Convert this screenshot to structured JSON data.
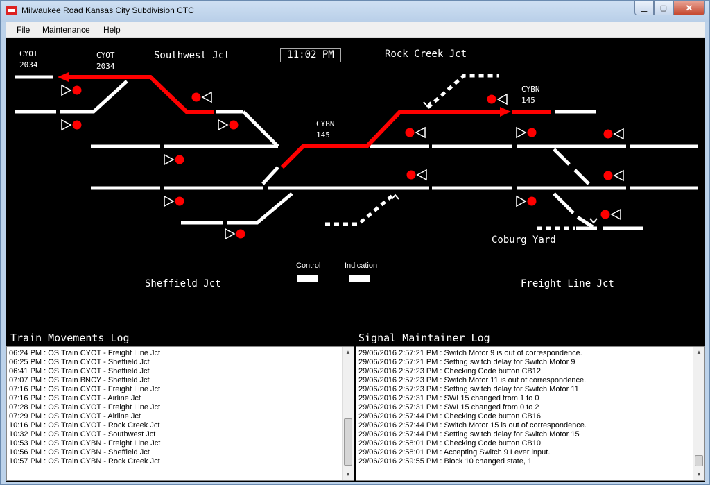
{
  "window": {
    "title": "Milwaukee Road Kansas City Subdivision CTC",
    "controls": {
      "minimize": "▁",
      "maximize": "▢",
      "close": "✕"
    }
  },
  "menu": {
    "file": "File",
    "maintenance": "Maintenance",
    "help": "Help"
  },
  "clock": "11:02 PM",
  "locations": {
    "southwest": "Southwest Jct",
    "rock_creek": "Rock Creek Jct",
    "sheffield": "Sheffield Jct",
    "coburg": "Coburg Yard",
    "freight_line": "Freight Line Jct"
  },
  "train_tags": [
    {
      "symbol": "CYOT",
      "number": "2034"
    },
    {
      "symbol": "CYOT",
      "number": "2034"
    },
    {
      "symbol": "CYBN",
      "number": "145"
    },
    {
      "symbol": "CYBN",
      "number": "145"
    }
  ],
  "legend": {
    "control": "Control",
    "indication": "Indication"
  },
  "colors": {
    "occupied": "#ff0000",
    "track": "#ffffff",
    "background": "#000000"
  },
  "train_log": {
    "title": "Train Movements Log",
    "entries": [
      "06:24 PM : OS Train CYOT - Freight Line Jct",
      "06:25 PM : OS Train CYOT - Sheffield Jct",
      "06:41 PM : OS Train CYOT - Sheffield Jct",
      "07:07 PM : OS Train BNCY - Sheffield Jct",
      "07:16 PM : OS Train CYOT - Freight Line Jct",
      "07:16 PM : OS Train CYOT - Airline Jct",
      "07:28 PM : OS Train CYOT - Freight Line Jct",
      "07:29 PM : OS Train CYOT - Airline Jct",
      "10:16 PM : OS Train CYOT - Rock Creek Jct",
      "10:32 PM : OS Train CYOT - Southwest Jct",
      "10:53 PM : OS Train CYBN - Freight Line Jct",
      "10:56 PM : OS Train CYBN - Sheffield Jct",
      "10:57 PM : OS Train CYBN - Rock Creek Jct"
    ]
  },
  "maint_log": {
    "title": "Signal Maintainer Log",
    "entries": [
      "29/06/2016 2:57:21 PM : Switch Motor 9 is out of correspondence.",
      "29/06/2016 2:57:21 PM : Setting switch delay for Switch Motor 9",
      "29/06/2016 2:57:23 PM : Checking Code button CB12",
      "29/06/2016 2:57:23 PM : Switch Motor 11 is out of correspondence.",
      "29/06/2016 2:57:23 PM : Setting switch delay for Switch Motor 11",
      "29/06/2016 2:57:31 PM : SWL15 changed from 1 to 0",
      "29/06/2016 2:57:31 PM : SWL15 changed from 0 to 2",
      "29/06/2016 2:57:44 PM : Checking Code button CB16",
      "29/06/2016 2:57:44 PM : Switch Motor 15 is out of correspondence.",
      "29/06/2016 2:57:44 PM : Setting switch delay for Switch Motor 15",
      "29/06/2016 2:58:01 PM : Checking Code button CB10",
      "29/06/2016 2:58:01 PM : Accepting Switch 9 Lever input.",
      "29/06/2016 2:59:55 PM : Block 10 changed state, 1"
    ]
  }
}
